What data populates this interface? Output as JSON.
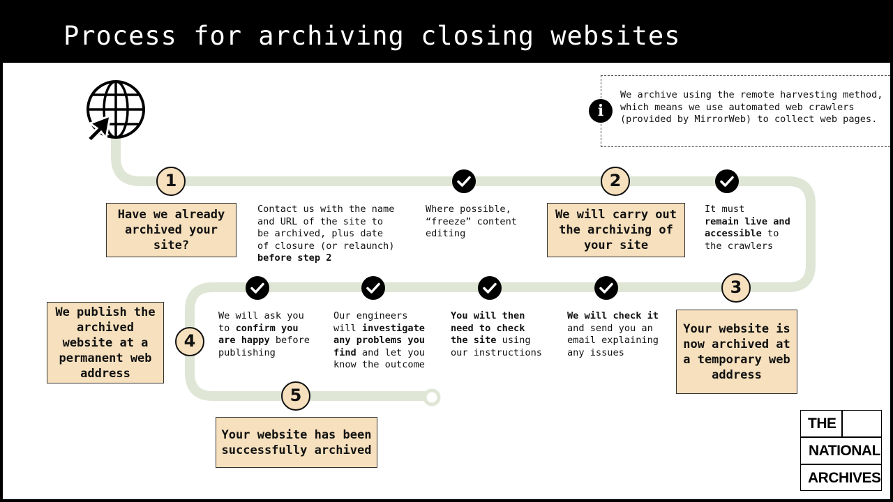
{
  "header": {
    "title": "Process for archiving closing websites"
  },
  "info": {
    "icon": "info-icon",
    "text": "We archive using the remote harvesting method, which means we use automated web crawlers (provided by MirrorWeb) to collect web pages."
  },
  "steps": {
    "n1": "1",
    "n2": "2",
    "n3": "3",
    "n4": "4",
    "n5": "5"
  },
  "boxes": {
    "b1": "Have we already archived your site?",
    "b2": "We will carry out the archiving of your site",
    "b3": "Your website is now archived at a temporary web address",
    "b4": "We publish the archived website at a permanent web address",
    "b5": "Your website has been successfully archived"
  },
  "notes": {
    "contact": [
      "Contact us with the name",
      "and URL of the site to",
      "be archived, plus date",
      "of closure (or relaunch)"
    ],
    "contact_bold": "before step 2",
    "freeze": [
      "Where possible,",
      "“freeze” content",
      "editing"
    ],
    "live_pre": "It must",
    "live_bold": [
      "remain live and",
      "accessible"
    ],
    "live_post_inline": " to",
    "live_post": "the crawlers",
    "check_bold": "We will check it",
    "check_rest": [
      "and send you an",
      "email explaining",
      "any issues"
    ],
    "then_bold": [
      "You will then",
      "need to check",
      "the site"
    ],
    "then_rest_inline": " using",
    "then_rest": "our instructions",
    "eng_pre": [
      "Our engineers",
      "will "
    ],
    "eng_bold": [
      "investigate",
      "any problems you",
      "find"
    ],
    "eng_rest_inline": " and let you",
    "eng_rest": "know the outcome",
    "ask_pre": [
      "We will ask you",
      "to "
    ],
    "ask_bold": [
      "confirm you",
      "are happy"
    ],
    "ask_rest_inline": " before",
    "ask_rest": "publishing"
  },
  "logo": {
    "line1": "THE",
    "line2": "NATIONAL",
    "line3": "ARCHIVES"
  },
  "colors": {
    "track": "#dfe6d6",
    "box_fill": "#f6e0bd",
    "header_bg": "#000000"
  },
  "icons": {
    "globe": "globe-with-cursor-icon",
    "check": "check-icon"
  }
}
